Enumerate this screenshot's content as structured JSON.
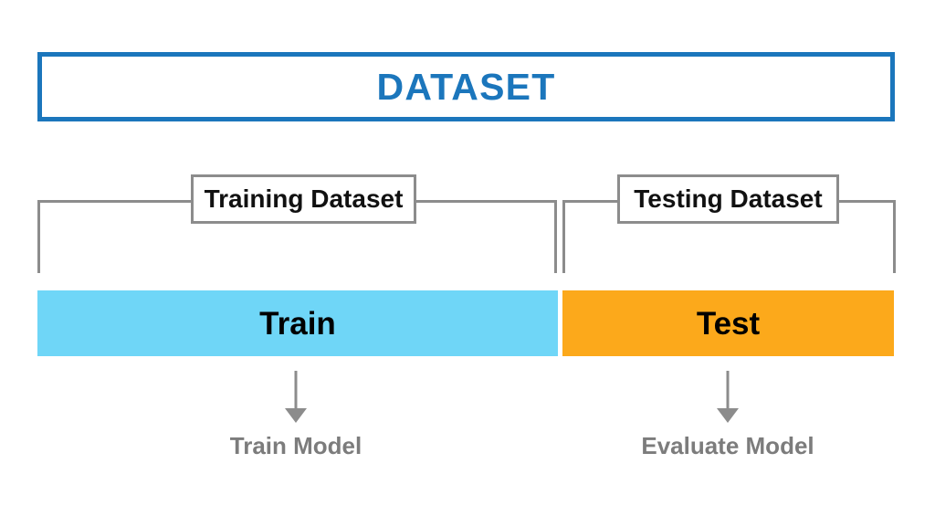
{
  "diagram": {
    "title": "DATASET",
    "accent_color": "#1b76bc",
    "line_color": "#8c8c8c",
    "caption_color": "#7c7c7c",
    "dataset_box": {
      "label": "DATASET"
    },
    "splits": [
      {
        "id": "training",
        "bracket_label": "Training Dataset",
        "bar_label": "Train",
        "bar_color": "#6fd6f7",
        "arrow": "down-arrow",
        "caption": "Train Model"
      },
      {
        "id": "testing",
        "bracket_label": "Testing Dataset",
        "bar_label": "Test",
        "bar_color": "#fca91b",
        "arrow": "down-arrow",
        "caption": "Evaluate Model"
      }
    ]
  }
}
